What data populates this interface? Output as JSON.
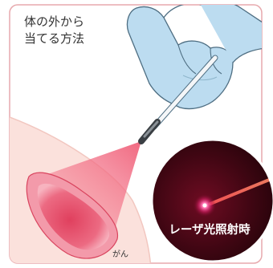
{
  "panel": {
    "title_line1": "体の外から",
    "title_line2": "当てる方法",
    "tumor_label": "がん",
    "inset_caption": "レーザ光照射時"
  },
  "colors": {
    "panel_border": "#e7a9ad",
    "skin": "#fbe1dc",
    "beam": "#f0617a",
    "tumor": "#e8506a",
    "glove": "#bcdcf0",
    "glove_outline": "#4e6e82",
    "fiber": "#f4f6f8",
    "inset_bg": "#3a050f",
    "laser_dot": "#ff2d86"
  },
  "icons": [
    "gloved-hand-icon",
    "laser-fiber-icon",
    "laser-beam-cone",
    "tumor-shape"
  ]
}
